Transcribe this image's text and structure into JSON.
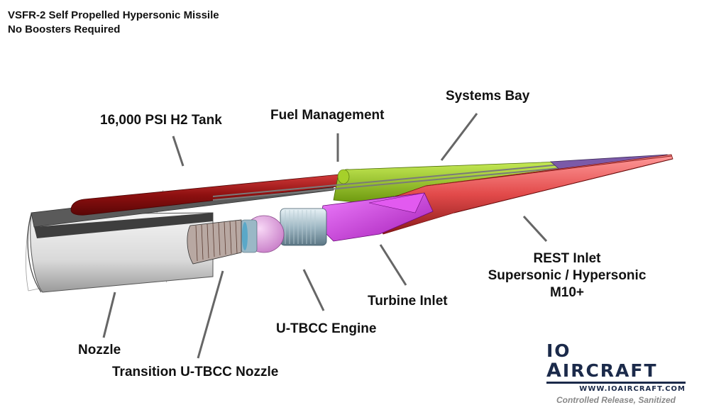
{
  "title": {
    "line1": "VSFR-2 Self Propelled Hypersonic Missile",
    "line2": "No Boosters Required"
  },
  "labels": {
    "h2_tank": "16,000 PSI H2 Tank",
    "fuel_management": "Fuel Management",
    "systems_bay": "Systems Bay",
    "rest_inlet_1": "REST Inlet",
    "rest_inlet_2": "Supersonic / Hypersonic",
    "rest_inlet_3": "M10+",
    "turbine_inlet": "Turbine Inlet",
    "utbcc_engine": "U-TBCC Engine",
    "nozzle": "Nozzle",
    "transition_nozzle": "Transition U-TBCC Nozzle"
  },
  "logo": {
    "name_part1": "IO ",
    "name_part2": "A",
    "name_part3": "IRCRAFT",
    "url": "WWW.IOAIRCRAFT.COM",
    "note": "Controlled Release, Sanitized"
  },
  "colors": {
    "tank": "#a81a1a",
    "inlet": "#e85a5a",
    "green": "#8ec21a",
    "magenta": "#d24be0",
    "nozzle": "#e6e6e6",
    "logo": "#1b2a4a"
  }
}
